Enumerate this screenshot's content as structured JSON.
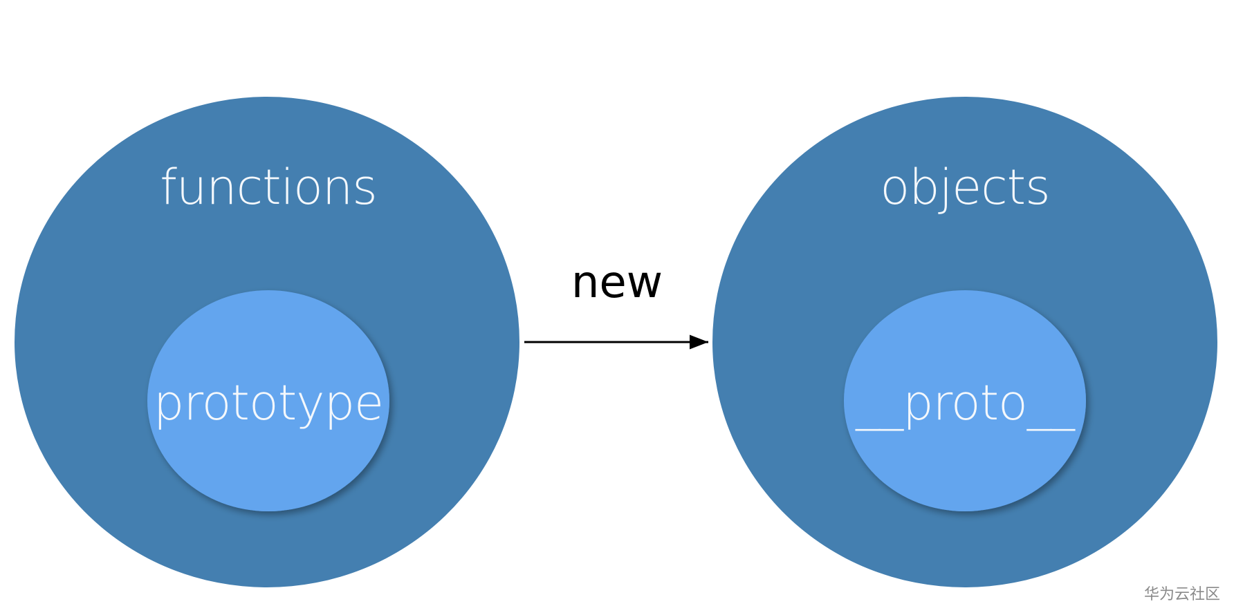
{
  "colors": {
    "outer_fill": "#447fb0",
    "inner_fill": "#64a5ee",
    "text": "#f4f8fc",
    "arrow": "#000000",
    "watermark": "#8a8a8a"
  },
  "nodes": {
    "functions": {
      "label": "functions",
      "inner_label": "prototype"
    },
    "objects": {
      "label": "objects",
      "inner_label": "__proto__"
    }
  },
  "edge": {
    "label": "new"
  },
  "watermark": "华为云社区"
}
